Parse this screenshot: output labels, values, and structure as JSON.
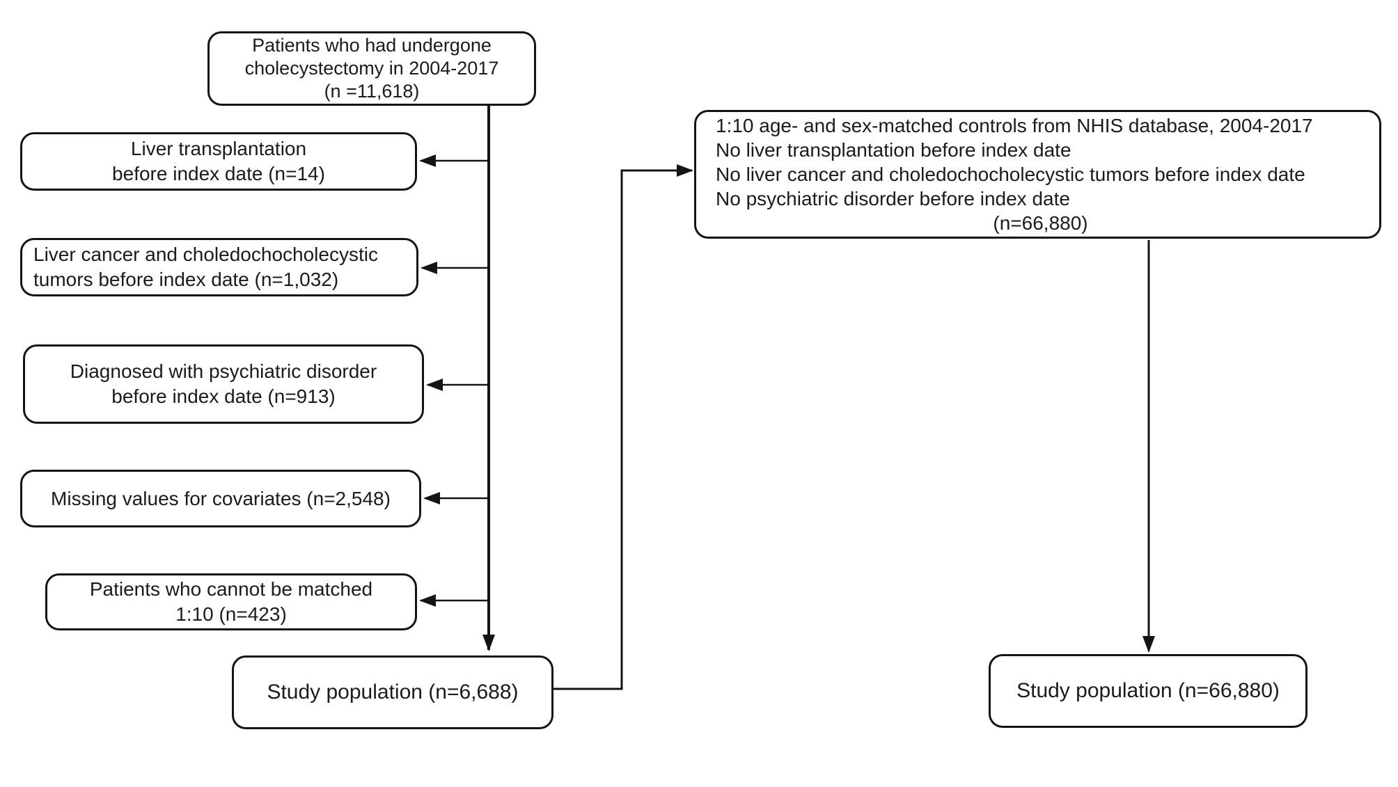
{
  "diagram": {
    "nodes": {
      "cohort": {
        "lines": [
          "Patients who had undergone",
          "cholecystectomy in 2004-2017",
          "(n =11,618)"
        ]
      },
      "excl_transplant": {
        "lines": [
          "Liver transplantation",
          "before index date (n=14)"
        ]
      },
      "excl_cancer": {
        "lines": [
          "Liver cancer and choledochocholecystic",
          "tumors before index date (n=1,032)"
        ]
      },
      "excl_psychiatric": {
        "lines": [
          "Diagnosed with psychiatric disorder",
          "before index date (n=913)"
        ]
      },
      "excl_missing": {
        "lines": [
          "Missing values for covariates (n=2,548)"
        ]
      },
      "excl_unmatched": {
        "lines": [
          "Patients who cannot be matched",
          "1:10 (n=423)"
        ]
      },
      "study_cases": {
        "lines": [
          "Study population (n=6,688)"
        ]
      },
      "controls": {
        "lines": [
          "1:10 age- and sex-matched controls from NHIS database, 2004-2017",
          "No liver transplantation before index date",
          "No liver cancer and choledochocholecystic tumors before index date",
          "No psychiatric disorder before index date",
          "(n=66,880)"
        ]
      },
      "study_controls": {
        "lines": [
          "Study population (n=66,880)"
        ]
      }
    },
    "colors": {
      "line": "#141414",
      "border": "#141414",
      "text": "#1b1b1b",
      "background": "#ffffff"
    }
  }
}
